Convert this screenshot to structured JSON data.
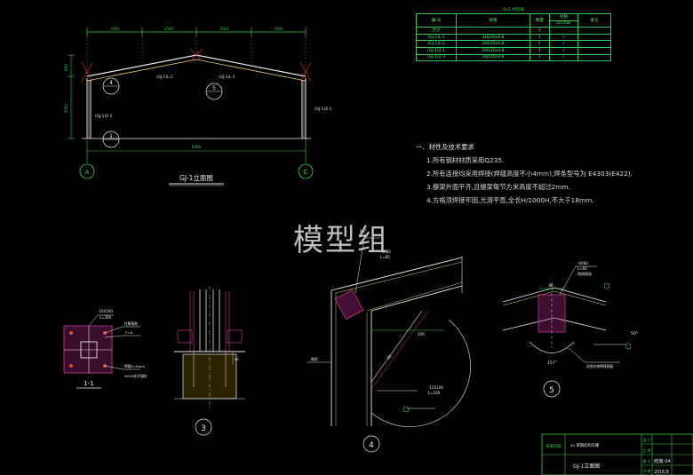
{
  "elevation": {
    "title": "GJ-1立面图",
    "axis_left": "A",
    "axis_right": "C",
    "span_dim": "6000",
    "height_dim": "3000",
    "roof_dim": "800",
    "top_dims": [
      "1500",
      "1500",
      "1500",
      "1500"
    ],
    "labels": {
      "left_col": "(GJ-1)Z-2",
      "right_col": "(GJ-1)Z-1",
      "rafter_left": "(GJ-1)L-2",
      "rafter_right": "(GJ-1)L-1"
    },
    "markers": [
      "4",
      "5",
      "1"
    ]
  },
  "material_table": {
    "title": "GJ-1 材料表",
    "headers": [
      "编 号",
      "规格",
      "数量",
      "材质",
      "备注"
    ],
    "sub_header": "Q235B",
    "rows": [
      [
        "合计",
        "",
        "4",
        "",
        ""
      ],
      [
        "(GJ-1)L-1",
        "2H120x4.8",
        "1",
        "√",
        ""
      ],
      [
        "(GJ-1)L-2",
        "2H120x4.8",
        "1",
        "√",
        ""
      ],
      [
        "(GJ-1)Z-1",
        "2H120x4.8",
        "1",
        "√",
        ""
      ],
      [
        "(GJ-1)Z-2",
        "2H120x4.8",
        "1",
        "√",
        ""
      ]
    ]
  },
  "notes": {
    "heading": "一、材性及技术要求",
    "items": [
      "1.所有钢材材质采用Q235.",
      "2.所有连接均采用焊接(焊缝高度不小4mm),焊条型号为  E4303(E422).",
      "3.檩架外面平齐,且檩架每节方米高度不超过2mm.",
      "4.方格须焊接牢固,光滑平直,全长H/1000H,不大于18mm."
    ]
  },
  "watermark": "模型组",
  "detail_1_1": {
    "label": "1-1",
    "plate": "-16X260",
    "plate_len": "L=260",
    "bolt_note": "4M16化学锚栓",
    "stiffener": "-T=8",
    "side_note": "柱脚锚栓",
    "weld": "焊缝h=8mm"
  },
  "detail_3": {
    "marker": "3",
    "dim": "60"
  },
  "detail_4": {
    "marker": "4",
    "top_note_1": "-6X80",
    "top_note_2": "L=60",
    "angle": "45°",
    "dim_a": "100",
    "dim_b": "80",
    "bottom_note_1": "-12X100",
    "bottom_note_2": "L=100",
    "col_note": "钢柱"
  },
  "detail_5": {
    "marker": "5",
    "note_1": "-6X80",
    "note_2": "L=60",
    "note_3": "两侧焊接",
    "dim": "80",
    "angle_a": "50°",
    "angle_b": "157°",
    "bottom_note": "双侧对称焊接钢板"
  },
  "title_block": {
    "company": "某某科技",
    "project": "xx 某钢结构车棚",
    "drawing": "GJ-1立面图",
    "labels": [
      "设 计",
      "比 例",
      "图 号",
      "日 期"
    ],
    "sheet": "结施-04",
    "date": "2016.8"
  }
}
